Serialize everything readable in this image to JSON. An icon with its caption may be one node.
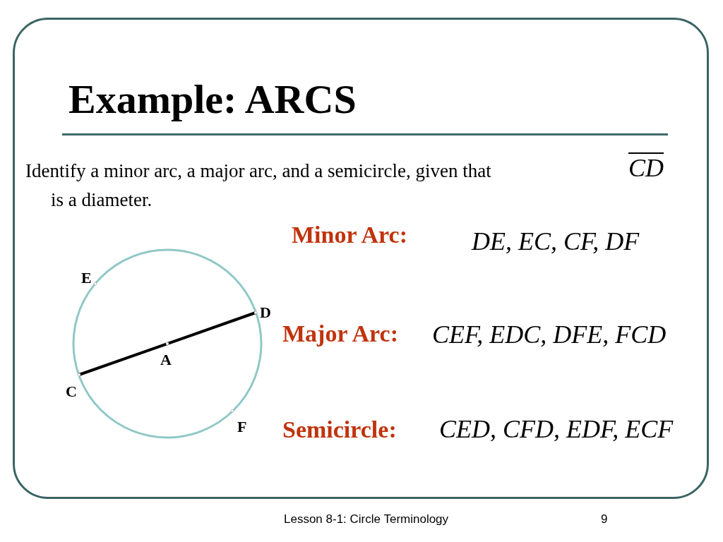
{
  "diagram": {
    "title": "Example: ARCS",
    "labels": [
      "Identify a minor arc, a major arc, and a semicircle, given that",
      "CD",
      "is a diameter.",
      "E",
      "D",
      "A",
      "C",
      "F",
      "Minor Arc:",
      "DE, EC, CF, DF",
      "Major Arc:",
      "CEF, EDC, DFE, FCD",
      "Semicircle:",
      "CED, CFD, EDF, ECF",
      "Lesson 8-1: Circle Terminology",
      "9"
    ]
  }
}
